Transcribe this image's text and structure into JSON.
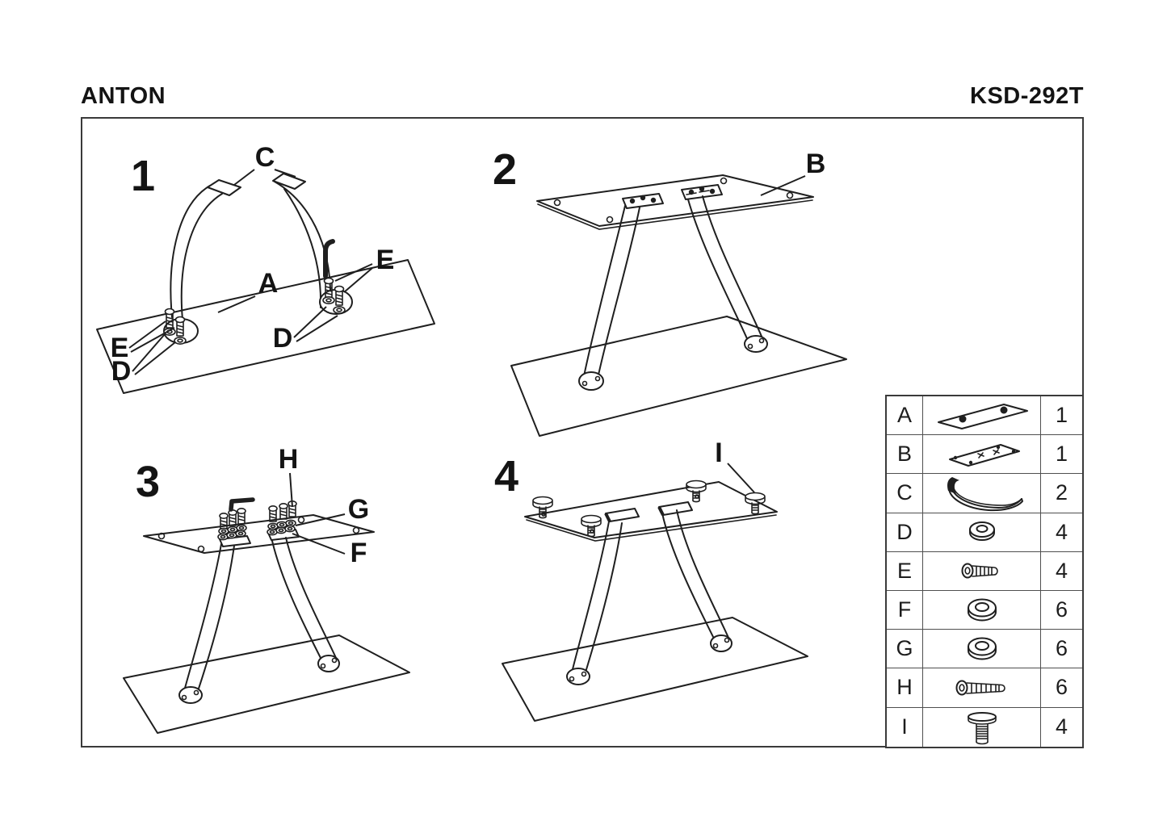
{
  "header": {
    "title": "ANTON",
    "product_code": "KSD-292T"
  },
  "steps": [
    {
      "number": "1",
      "labels": {
        "c": "C",
        "a": "A",
        "e_right": "E",
        "d_right": "D",
        "e_left": "E",
        "d_left": "D"
      }
    },
    {
      "number": "2",
      "labels": {
        "b": "B"
      }
    },
    {
      "number": "3",
      "labels": {
        "h": "H",
        "g": "G",
        "f": "F"
      }
    },
    {
      "number": "4",
      "labels": {
        "i": "I"
      }
    }
  ],
  "parts_table": {
    "rows": [
      {
        "id": "A",
        "icon": "base-plate-icon",
        "qty": "1"
      },
      {
        "id": "B",
        "icon": "top-fixing-plate-icon",
        "qty": "1"
      },
      {
        "id": "C",
        "icon": "curved-leg-icon",
        "qty": "2"
      },
      {
        "id": "D",
        "icon": "washer-icon",
        "qty": "4"
      },
      {
        "id": "E",
        "icon": "socket-bolt-short-icon",
        "qty": "4"
      },
      {
        "id": "F",
        "icon": "washer-icon",
        "qty": "6"
      },
      {
        "id": "G",
        "icon": "washer-icon",
        "qty": "6"
      },
      {
        "id": "H",
        "icon": "socket-bolt-long-icon",
        "qty": "6"
      },
      {
        "id": "I",
        "icon": "flat-head-bolt-icon",
        "qty": "4"
      }
    ]
  },
  "colors": {
    "line": "#1f1f1f",
    "frame_border": "#3a3a3a",
    "table_border": "#4f4f4f",
    "background": "#ffffff",
    "text": "#141414"
  }
}
